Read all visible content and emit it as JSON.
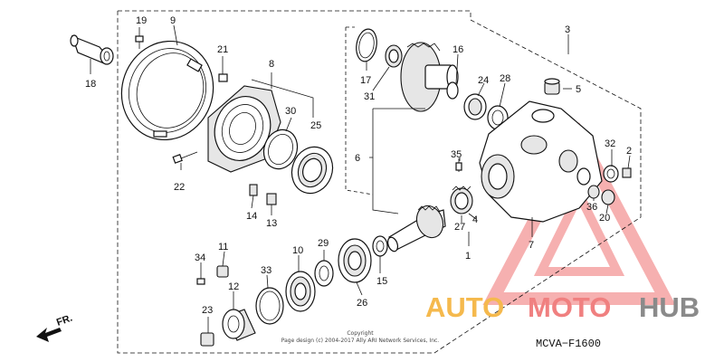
{
  "diagram": {
    "caption": "MCVA−F1600",
    "copyright": [
      "Copyright",
      "Page design (c) 2004-2017 Ally ARI Network Services, Inc."
    ],
    "front_marker": "FR.",
    "watermark": {
      "word_1": "AUTO",
      "word_2": "MOTO",
      "word_3": "HUB"
    },
    "part_numbers": {
      "p1": "1",
      "p2": "2",
      "p3": "3",
      "p4": "4",
      "p5": "5",
      "p6": "6",
      "p7": "7",
      "p8": "8",
      "p9": "9",
      "p10": "10",
      "p11": "11",
      "p12": "12",
      "p13": "13",
      "p14": "14",
      "p15": "15",
      "p16": "16",
      "p17": "17",
      "p18": "18",
      "p19": "19",
      "p20": "20",
      "p21": "21",
      "p22": "22",
      "p23": "23",
      "p24": "24",
      "p25": "25",
      "p26": "26",
      "p27": "27",
      "p28": "28",
      "p29": "29",
      "p30": "30",
      "p31": "31",
      "p32": "32",
      "p33": "33",
      "p34": "34",
      "p35": "35",
      "p36": "36"
    }
  }
}
